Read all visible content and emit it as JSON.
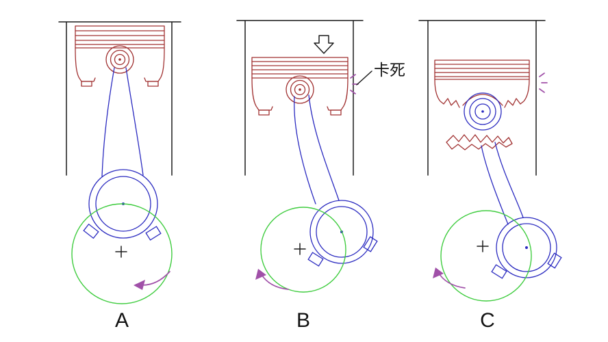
{
  "figure": {
    "description_labels": [
      "A",
      "B",
      "C"
    ]
  },
  "panels": [
    {
      "id": "A",
      "label": "A"
    },
    {
      "id": "B",
      "label": "B"
    },
    {
      "id": "C",
      "label": "C"
    }
  ],
  "annotations": {
    "seized_label": "卡死"
  },
  "icons": {
    "down_arrow": "hollow-down-arrow",
    "rotation_arrow": "curved-rotation-arrow",
    "center_mark": "crosshair",
    "seizure_marks": "radiating-dashes"
  },
  "colors": {
    "background": "#ffffff",
    "line": "#1a1a1a",
    "piston": "#a03030",
    "rod": "#2a2ac0",
    "crank": "#3ecc3e",
    "arrow": "#a050a8"
  }
}
